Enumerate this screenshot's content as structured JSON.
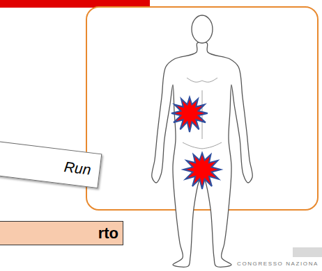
{
  "diagram": {
    "nodes": [
      {
        "text": [
          "Run"
        ]
      },
      {
        "text": [
          "rto"
        ]
      }
    ],
    "labels": [
      "CONGRESSO NAZIONA"
    ]
  }
}
